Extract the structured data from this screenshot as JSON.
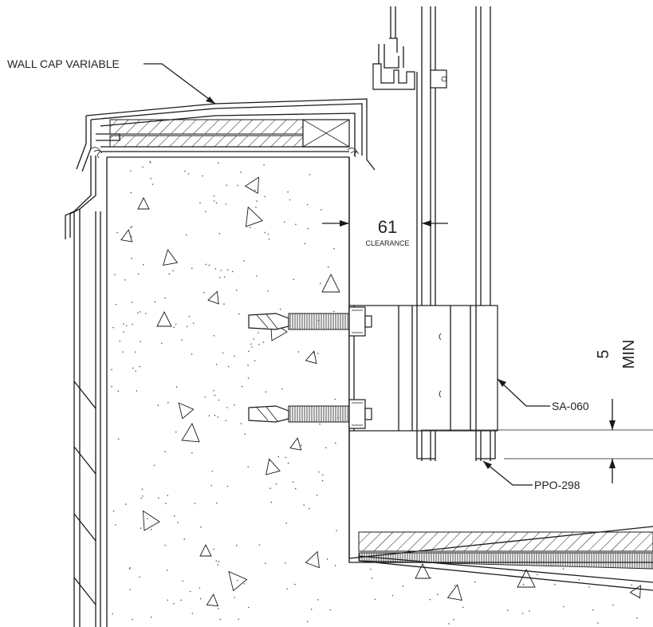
{
  "labels": {
    "wall_cap": "WALL CAP VARIABLE",
    "clearance_value": "61",
    "clearance_text": "CLEARANCE",
    "min_value": "5",
    "min_text": "MIN",
    "bracket": "SA-060",
    "profile": "PPO-298"
  }
}
